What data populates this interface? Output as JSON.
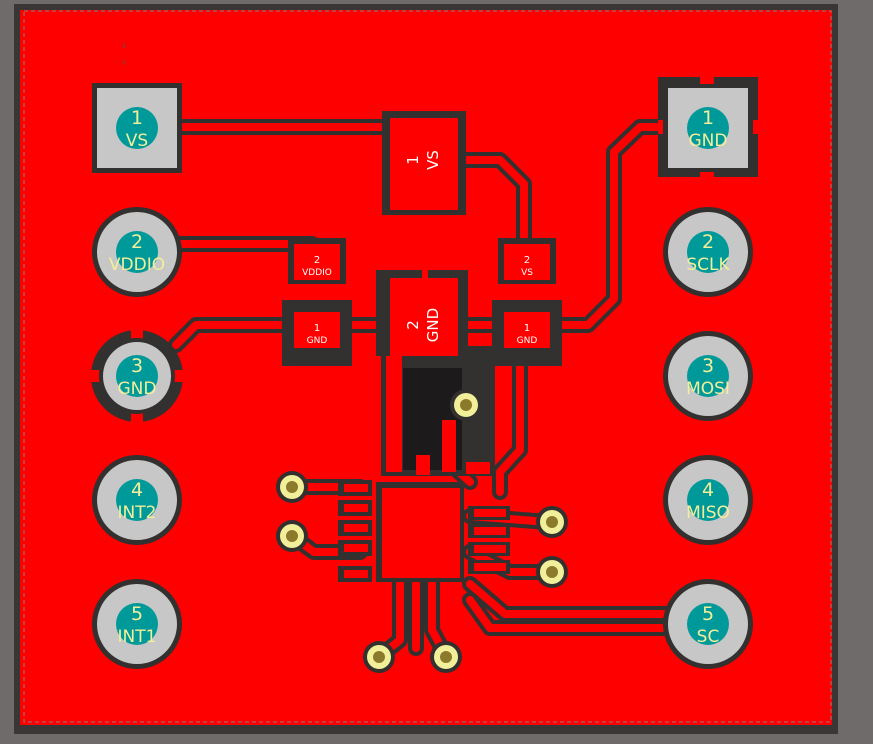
{
  "colors": {
    "background": "#6f6b6b",
    "copper": "#ff0000",
    "clearance": "#333030",
    "pad_ring": "#c7c7c7",
    "pad_hole": "#009999",
    "pad_text": "#f2ef9a",
    "via_ring": "#f2ef9a",
    "via_hole": "#8b7a2b"
  },
  "left_header": [
    {
      "number": "1",
      "net": "VS"
    },
    {
      "number": "2",
      "net": "VDDIO"
    },
    {
      "number": "3",
      "net": "GND"
    },
    {
      "number": "4",
      "net": "INT2"
    },
    {
      "number": "5",
      "net": "INT1"
    }
  ],
  "right_header": [
    {
      "number": "1",
      "net": "GND"
    },
    {
      "number": "2",
      "net": "SCLK"
    },
    {
      "number": "3",
      "net": "MOSI"
    },
    {
      "number": "4",
      "net": "MISO"
    },
    {
      "number": "5",
      "net": "SC"
    }
  ],
  "cap_vs": {
    "pad1": {
      "number": "1",
      "net": "VS"
    },
    "pad2": {
      "number": "2",
      "net": "GND"
    }
  },
  "cap_vddio": {
    "pad1": {
      "number": "1",
      "net": "GND"
    },
    "pad2": {
      "number": "2",
      "net": "VDDIO"
    }
  },
  "cap_vs_small": {
    "pad1": {
      "number": "1",
      "net": "GND"
    },
    "pad2": {
      "number": "2",
      "net": "VS"
    }
  }
}
